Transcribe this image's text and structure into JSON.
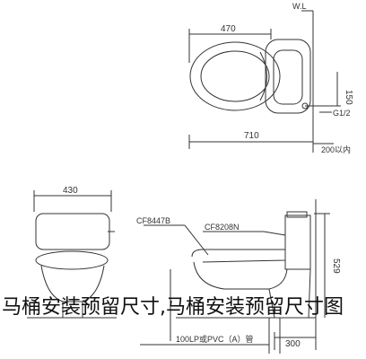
{
  "labels": {
    "wall_line": "W.L",
    "dim_top_width": "470",
    "dim_supply_height": "150",
    "supply_thread": "G1/2",
    "dim_length": "710",
    "dim_drain_offset": "200以内",
    "dim_front_width": "430",
    "model_seat": "CF8447B",
    "model_bowl": "CF8208N",
    "dim_height": "529",
    "pipe_label": "100LP或PVC（A）管",
    "dim_rough_in": "300"
  },
  "caption": "马桶安装预留尺寸,马桶安装预留尺寸图"
}
